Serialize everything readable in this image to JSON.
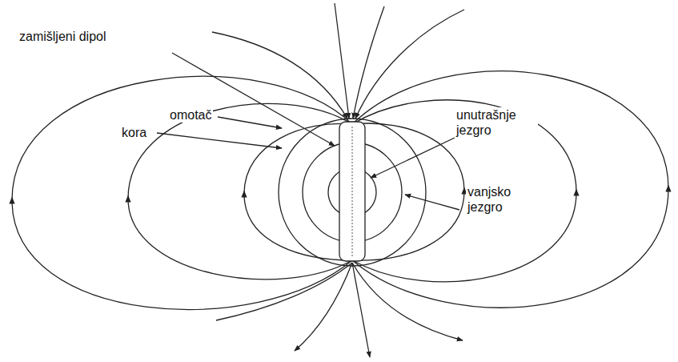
{
  "diagram": {
    "labels": [
      "zamišljeni dipol",
      "omotač",
      "kora",
      "unutrašnje jezgro",
      "vanjsko jezgro"
    ]
  }
}
